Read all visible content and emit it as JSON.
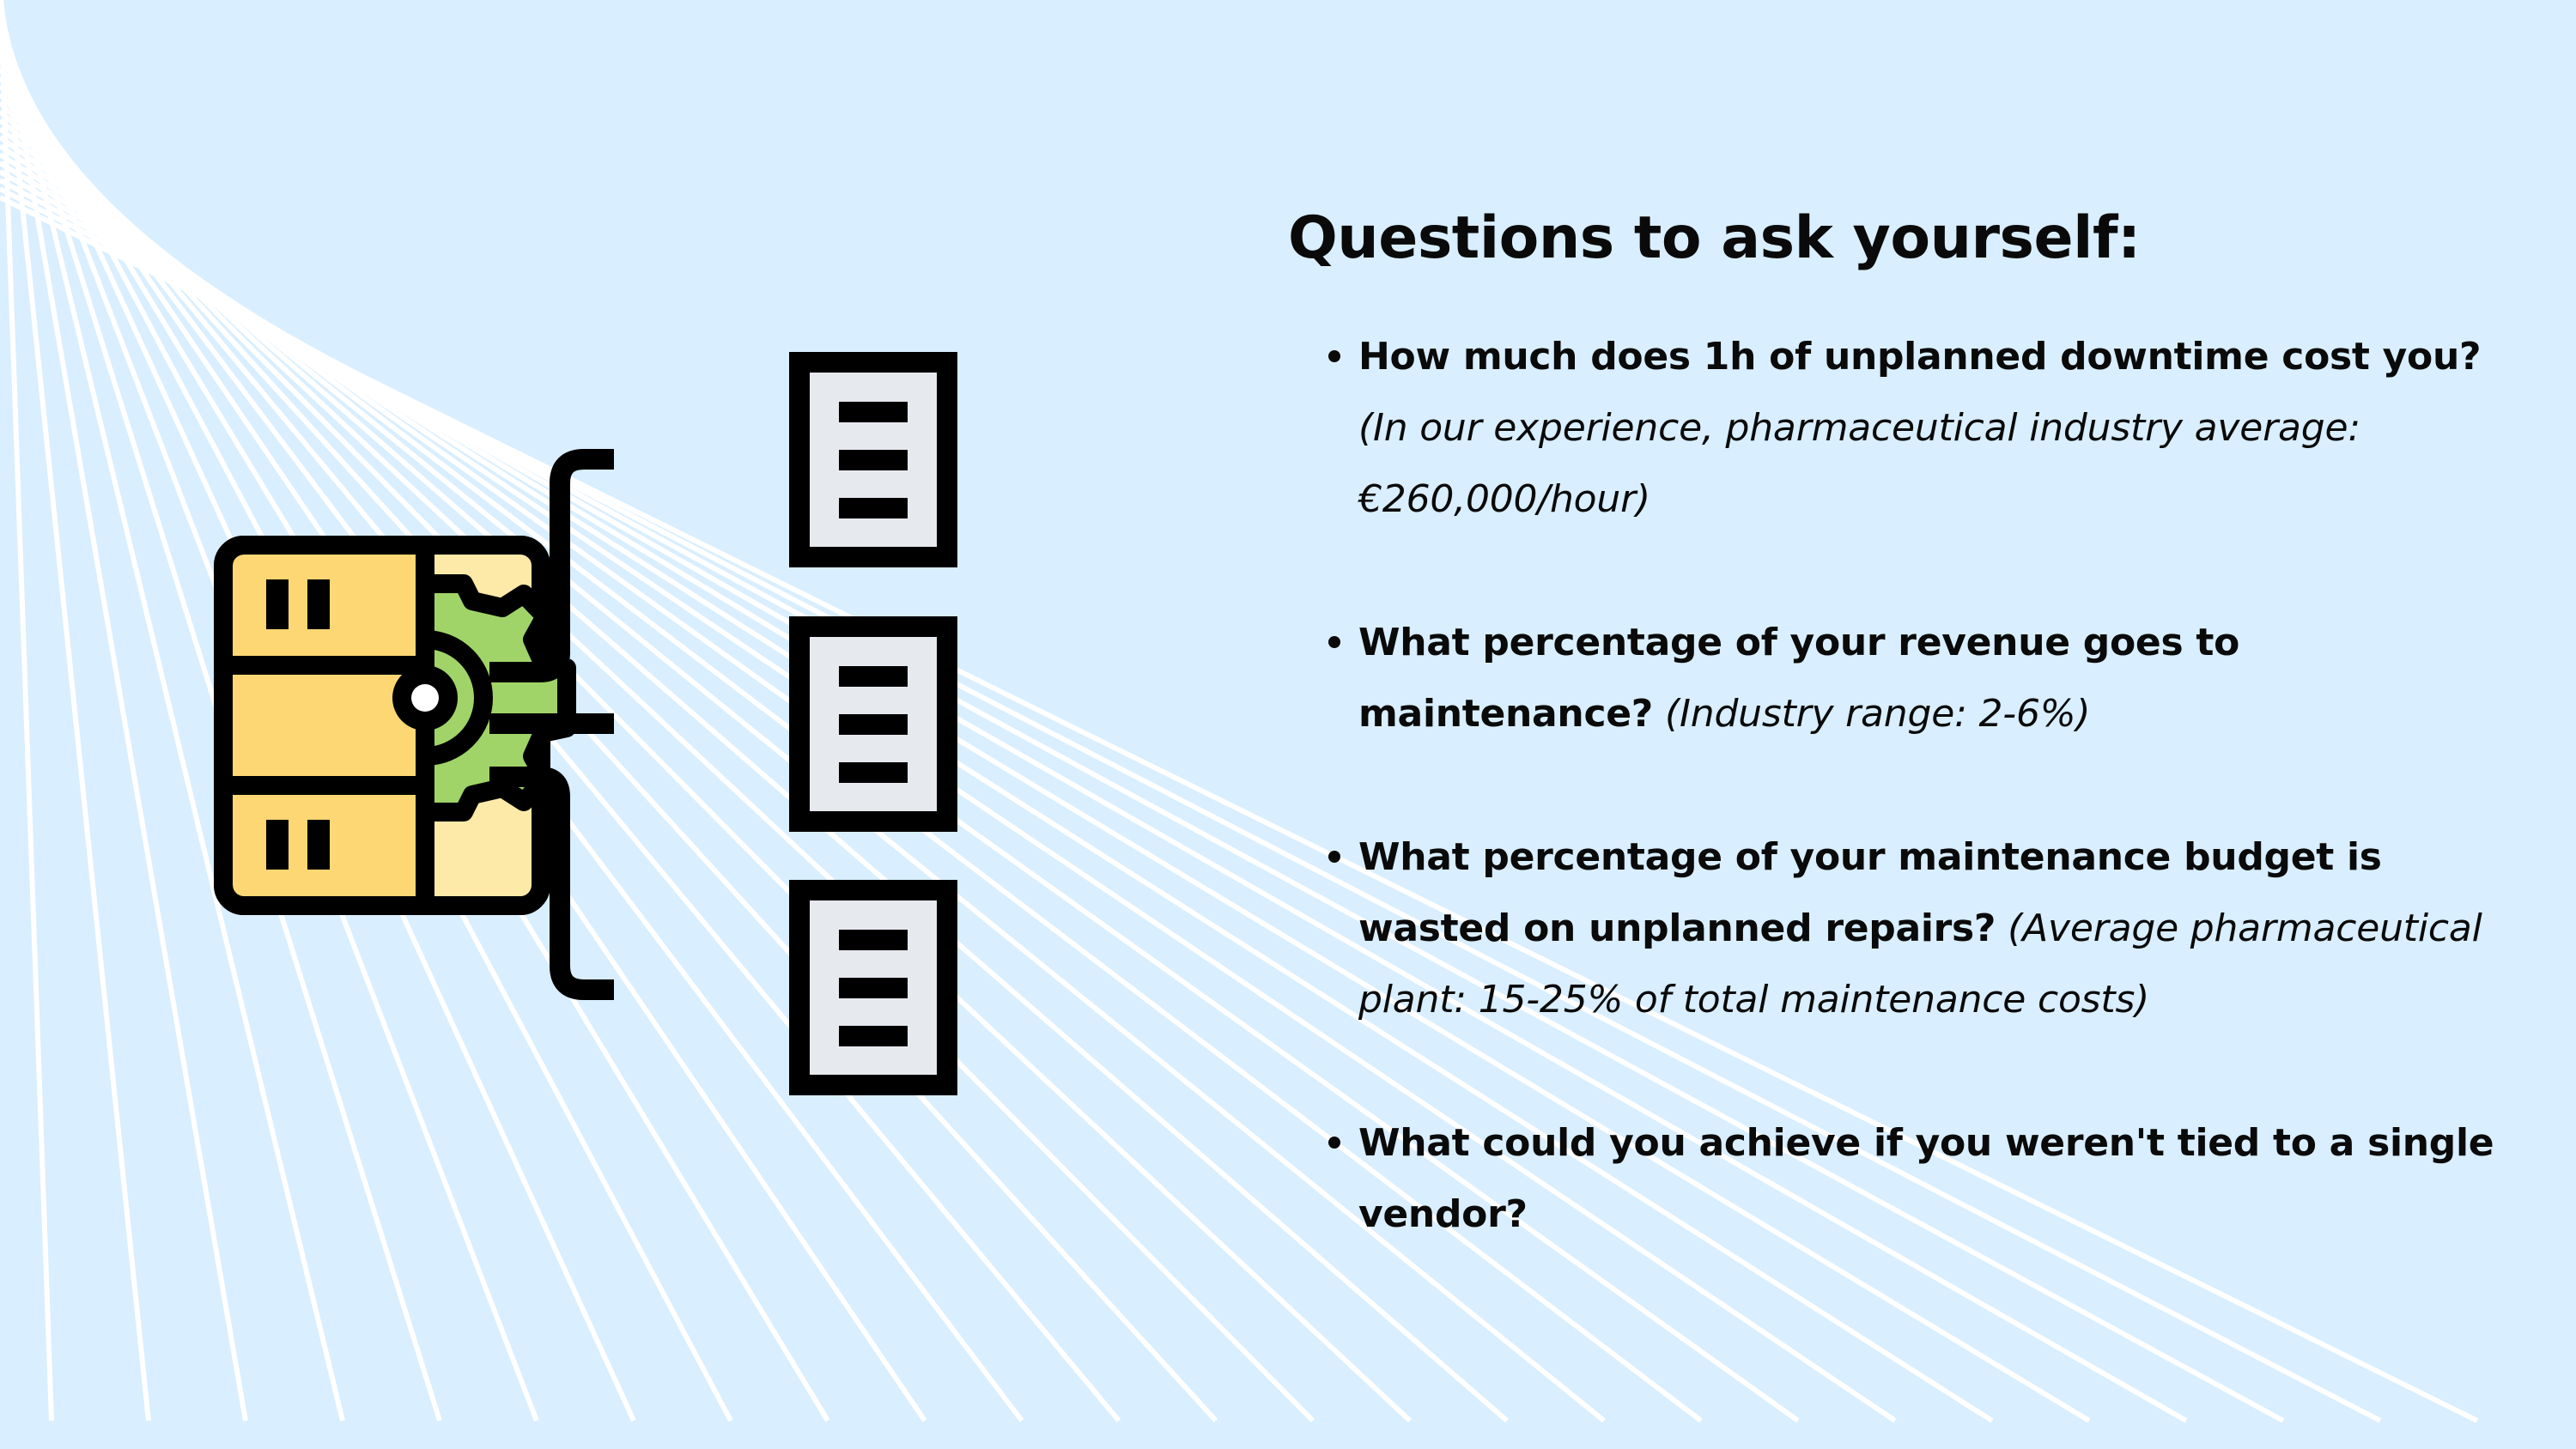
{
  "heading": "Questions to ask yourself:",
  "questions": [
    {
      "text": "How much does 1h of unplanned downtime cost you?",
      "note": "(In our experience, pharmaceutical industry average: €260,000/hour)"
    },
    {
      "text": "What percentage of your revenue goes to maintenance?",
      "note": "(Industry range: 2-6%)"
    },
    {
      "text": "What percentage of your maintenance budget is wasted on unplanned repairs?",
      "note": "(Average pharmaceutical plant: 15-25% of total maintenance costs)"
    },
    {
      "text": "What could you achieve if you weren't tied to a single vendor?",
      "note": ""
    }
  ],
  "illustration": {
    "icon": "server-gear-documents-icon",
    "colors": {
      "outline": "#000000",
      "server": "#fcd774",
      "server_light": "#fdeaa8",
      "gear": "#a0d468",
      "document": "#e6e9ed"
    }
  },
  "colors": {
    "background": "#d9eefe",
    "rays": "#ffffff",
    "text": "#0a0a0a"
  }
}
